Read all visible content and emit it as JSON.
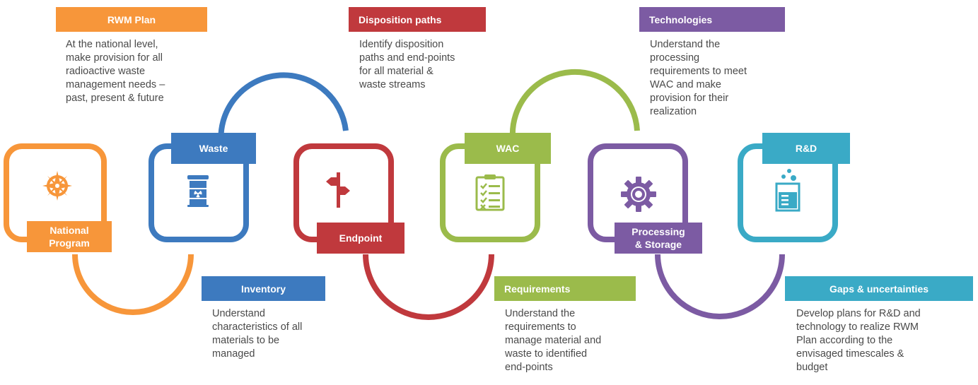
{
  "colors": {
    "orange": "#F7963A",
    "blue": "#3D7ABF",
    "red": "#C0393D",
    "green": "#9BBB4B",
    "purple": "#7C5BA3",
    "teal": "#3AAAC6"
  },
  "stages": [
    {
      "label": "National\nProgram",
      "icon": "compass-icon"
    },
    {
      "label": "Waste",
      "icon": "radioactive-barrel-icon"
    },
    {
      "label": "Endpoint",
      "icon": "signpost-icon"
    },
    {
      "label": "WAC",
      "icon": "checklist-clipboard-icon"
    },
    {
      "label": "Processing\n& Storage",
      "icon": "gear-icon"
    },
    {
      "label": "R&D",
      "icon": "beaker-icon"
    }
  ],
  "top_notes": [
    {
      "title": "RWM Plan",
      "text": "At the national level,\nmake provision for all\nradioactive waste\nmanagement needs –\npast, present & future"
    },
    {
      "title": "Disposition paths",
      "text": "Identify disposition\npaths and end-points\nfor all material &\nwaste streams"
    },
    {
      "title": "Technologies",
      "text": "Understand the\nprocessing\nrequirements to meet\nWAC and make\nprovision for their\nrealization"
    }
  ],
  "bottom_notes": [
    {
      "title": "Inventory",
      "text": "Understand\ncharacteristics of all\nmaterials to be\nmanaged"
    },
    {
      "title": "Requirements",
      "text": "Understand the\nrequirements to\nmanage material and\nwaste to identified\nend-points"
    },
    {
      "title": "Gaps & uncertainties",
      "text": "Develop plans for R&D and\ntechnology to realize RWM\nPlan according to the\nenvisaged timescales &\nbudget"
    }
  ]
}
